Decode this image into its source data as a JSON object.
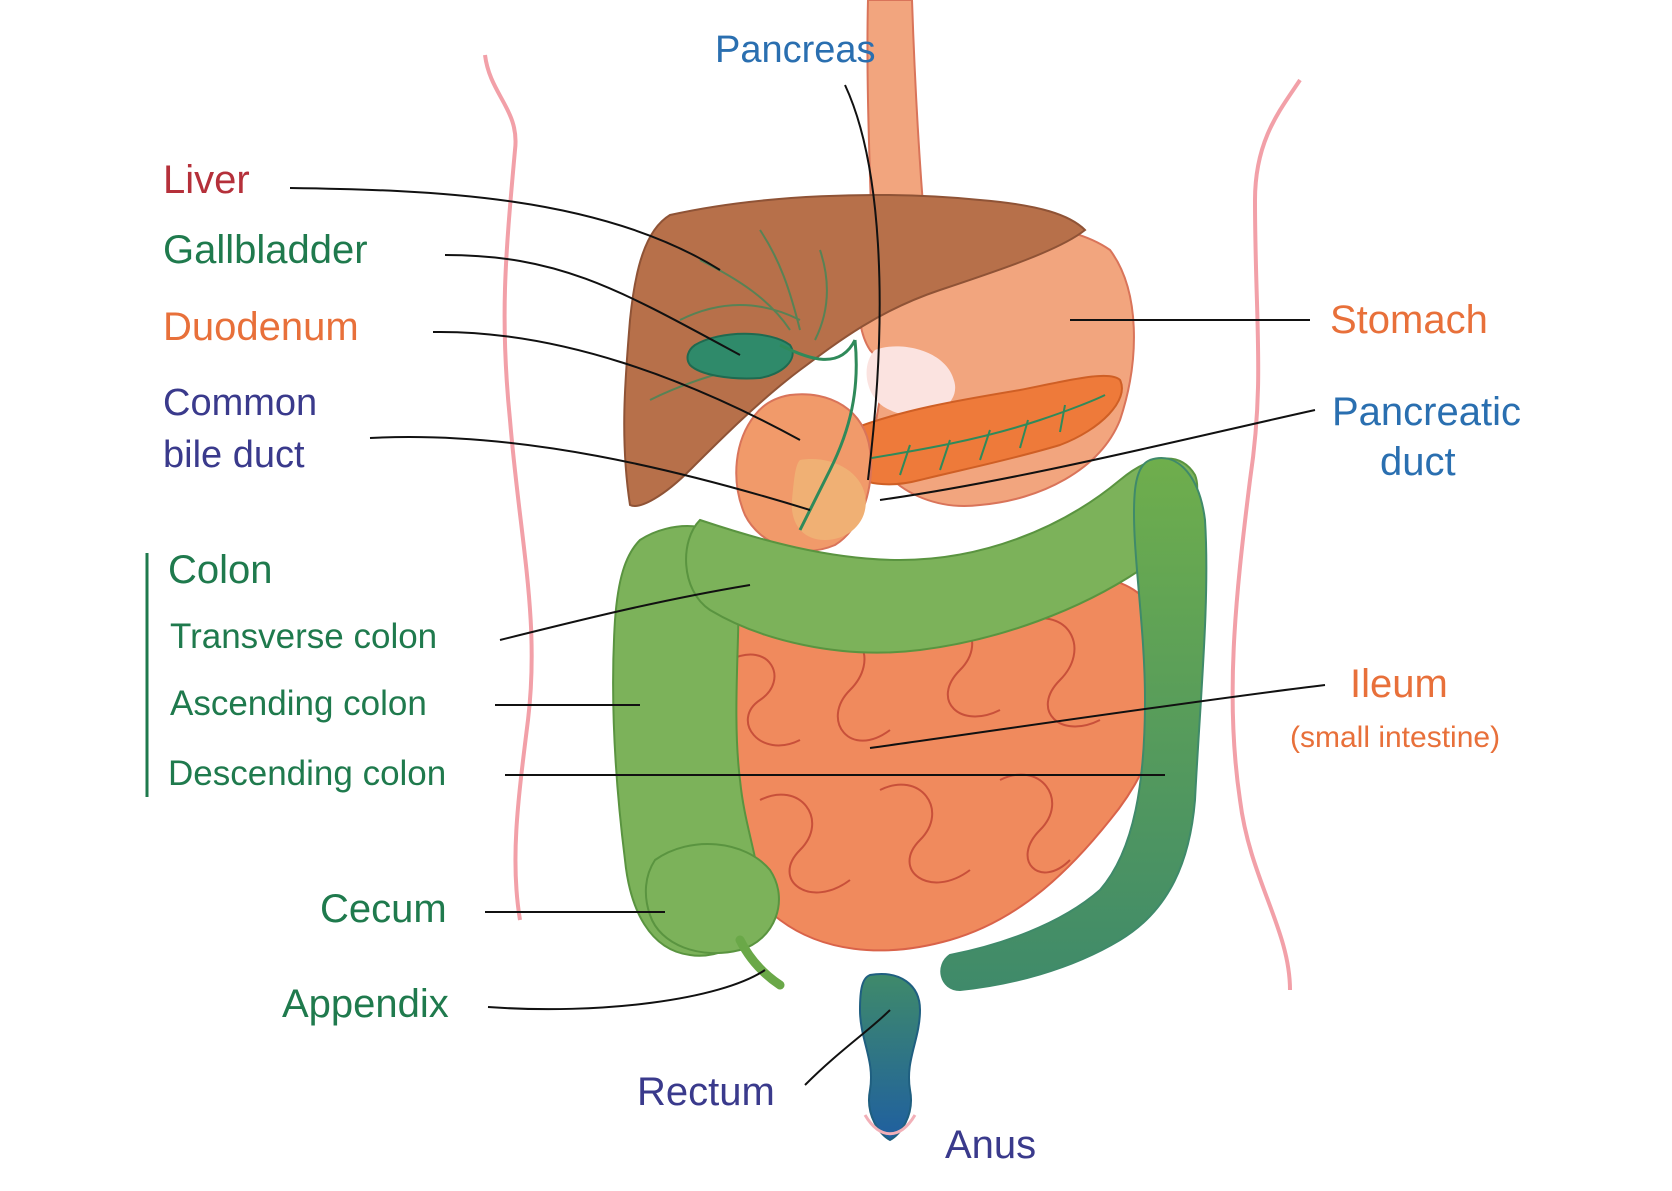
{
  "labels": {
    "pancreas": "Pancreas",
    "liver": "Liver",
    "gallbladder": "Gallbladder",
    "duodenum": "Duodenum",
    "common_bile_duct_line1": "Common",
    "common_bile_duct_line2": "bile duct",
    "colon": "Colon",
    "transverse_colon": "Transverse colon",
    "ascending_colon": "Ascending colon",
    "descending_colon": "Descending colon",
    "cecum": "Cecum",
    "appendix": "Appendix",
    "rectum": "Rectum",
    "anus": "Anus",
    "stomach": "Stomach",
    "pancreatic_duct_line1": "Pancreatic",
    "pancreatic_duct_line2": "duct",
    "ileum": "Ileum",
    "ileum_note": "(small intestine)"
  },
  "colors": {
    "liver_text": "#b5303a",
    "green_text": "#1f7a4d",
    "orange_text": "#e8703a",
    "purple_text": "#3a3a8c",
    "blue_text": "#2a6fb0",
    "liver_fill": "#b7704a",
    "stomach_fill": "#f2a57e",
    "colon_fill": "#7cb25a",
    "intestine_fill": "#f08a5d",
    "body_outline": "#f2a0a8"
  }
}
